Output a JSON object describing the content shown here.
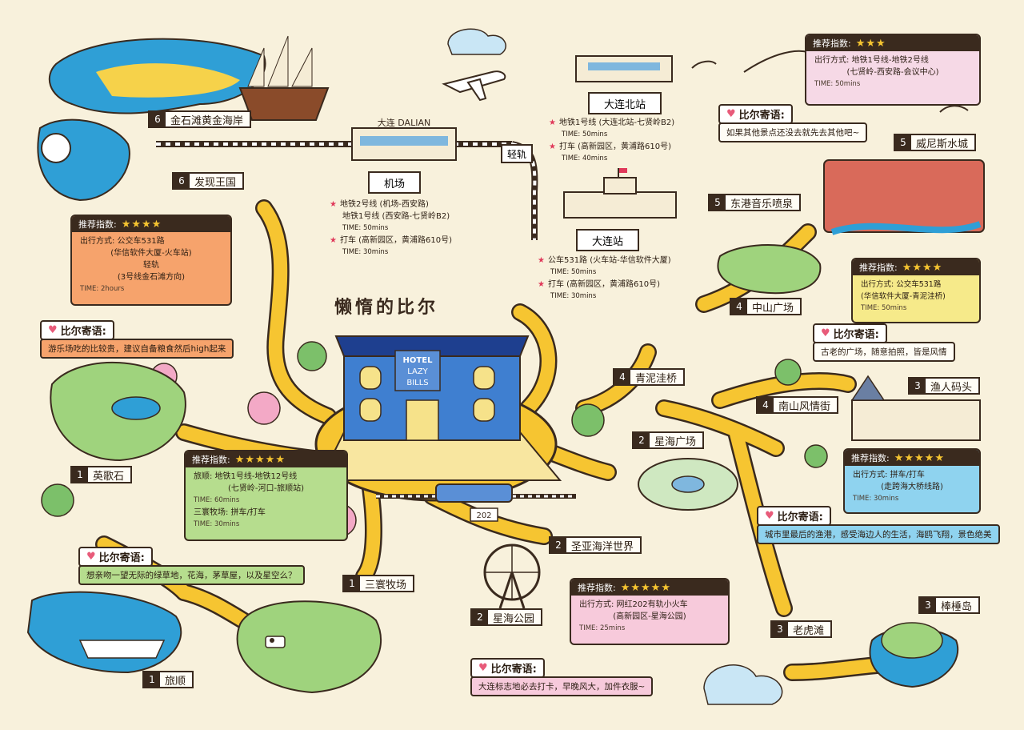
{
  "title": "懒惰的比尔",
  "hotel_sign": [
    "HOTEL",
    "LAZY",
    "BILLS"
  ],
  "dalian_sign": "大连 DALIAN",
  "bus_number": "202",
  "hub_labels": {
    "airport": "机场",
    "north_station": "大连北站",
    "station": "大连站",
    "light_rail": "轻轨"
  },
  "locations": [
    {
      "num": "6",
      "name": "金石滩黄金海岸"
    },
    {
      "num": "6",
      "name": "发现王国"
    },
    {
      "num": "1",
      "name": "英歌石"
    },
    {
      "num": "1",
      "name": "三寰牧场"
    },
    {
      "num": "1",
      "name": "旅顺"
    },
    {
      "num": "2",
      "name": "星海广场"
    },
    {
      "num": "2",
      "name": "圣亚海洋世界"
    },
    {
      "num": "2",
      "name": "星海公园"
    },
    {
      "num": "3",
      "name": "老虎滩"
    },
    {
      "num": "3",
      "name": "棒棰岛"
    },
    {
      "num": "3",
      "name": "渔人码头"
    },
    {
      "num": "4",
      "name": "青泥洼桥"
    },
    {
      "num": "4",
      "name": "南山风情街"
    },
    {
      "num": "4",
      "name": "中山广场"
    },
    {
      "num": "5",
      "name": "东港音乐喷泉"
    },
    {
      "num": "5",
      "name": "威尼斯水城"
    }
  ],
  "cards": [
    {
      "heading": "推荐指数:",
      "stars": "★★★★",
      "color": "#f6a36c",
      "lines": [
        "出行方式: 公交车531路",
        "(华信软件大厦-火车站)",
        "轻轨",
        "(3号线金石滩方向)",
        "TIME: 2hours"
      ]
    },
    {
      "heading": "推荐指数:",
      "stars": "★★★",
      "color": "#f6d9e6",
      "lines": [
        "出行方式: 地铁1号线-地铁2号线",
        "(七贤岭-西安路-会议中心)",
        "TIME: 50mins"
      ]
    },
    {
      "heading": "推荐指数:",
      "stars": "★★★★★",
      "color": "#b6dd8e",
      "lines": [
        "旅顺: 地铁1号线-地铁12号线",
        "(七贤岭-河口-旅顺站)",
        "TIME: 60mins",
        "三寰牧场: 拼车/打车",
        "TIME: 30mins"
      ]
    },
    {
      "heading": "推荐指数:",
      "stars": "★★★★",
      "color": "#f6ea8a",
      "lines": [
        "出行方式: 公交车531路",
        "(华信软件大厦-青泥洼桥)",
        "TIME: 50mins"
      ]
    },
    {
      "heading": "推荐指数:",
      "stars": "★★★★★",
      "color": "#8fd3ef",
      "lines": [
        "出行方式: 拼车/打车",
        "(走跨海大桥线路)",
        "TIME: 30mins"
      ]
    },
    {
      "heading": "推荐指数:",
      "stars": "★★★★★",
      "color": "#f7cadb",
      "lines": [
        "出行方式: 网红202有轨小火车",
        "(高新园区-星海公园)",
        "TIME: 25mins"
      ]
    }
  ],
  "notes": [
    {
      "head": "比尔寄语:",
      "text": "游乐场吃的比较贵，建议自备粮食然后high起来",
      "color": "#f6a36c"
    },
    {
      "head": "比尔寄语:",
      "text": "如果其他景点还没去就先去其他吧~",
      "color": "#fffdf6"
    },
    {
      "head": "比尔寄语:",
      "text": "古老的广场，随意拍照，皆是风情",
      "color": "#fffdf6"
    },
    {
      "head": "比尔寄语:",
      "text": "城市里最后的渔港，感受海边人的生活，海鸥飞翔，景色绝美",
      "color": "#8fd3ef"
    },
    {
      "head": "比尔寄语:",
      "text": "想亲吻一望无际的绿草地，花海，茅草屋，以及星空么？",
      "color": "#b6dd8e"
    },
    {
      "head": "比尔寄语:",
      "text": "大连标志地必去打卡，早晚风大，加件衣服~",
      "color": "#f7cadb"
    }
  ],
  "routes": {
    "airport": [
      {
        "text": "地铁2号线 (机场-西安路)",
        "star": true
      },
      {
        "text": "地铁1号线 (西安路-七贤岭B2)",
        "star": false
      },
      {
        "text": "TIME: 50mins",
        "time": true
      },
      {
        "text": "打车 (高新园区，黄浦路610号)",
        "star": true
      },
      {
        "text": "TIME: 30mins",
        "time": true
      }
    ],
    "north": [
      {
        "text": "地铁1号线 (大连北站-七贤岭B2)",
        "star": true
      },
      {
        "text": "TIME: 50mins",
        "time": true
      },
      {
        "text": "打车 (高新园区，黄浦路610号)",
        "star": true
      },
      {
        "text": "TIME: 40mins",
        "time": true
      }
    ],
    "station": [
      {
        "text": "公车531路 (火车站-华信软件大厦)",
        "star": true
      },
      {
        "text": "TIME: 50mins",
        "time": true
      },
      {
        "text": "打车 (高新园区，黄浦路610号)",
        "star": true
      },
      {
        "text": "TIME: 30mins",
        "time": true
      }
    ]
  },
  "colors": {
    "background": "#f8f1dc",
    "road": "#f6c531",
    "sea": "#2f9fd6",
    "frame": "#3a2a1e"
  },
  "icons": [
    "airplane-icon",
    "ship-icon",
    "train-icon",
    "hotel-icon",
    "ferris-wheel-icon",
    "seagull-icon",
    "tree-icon",
    "cow-icon"
  ]
}
